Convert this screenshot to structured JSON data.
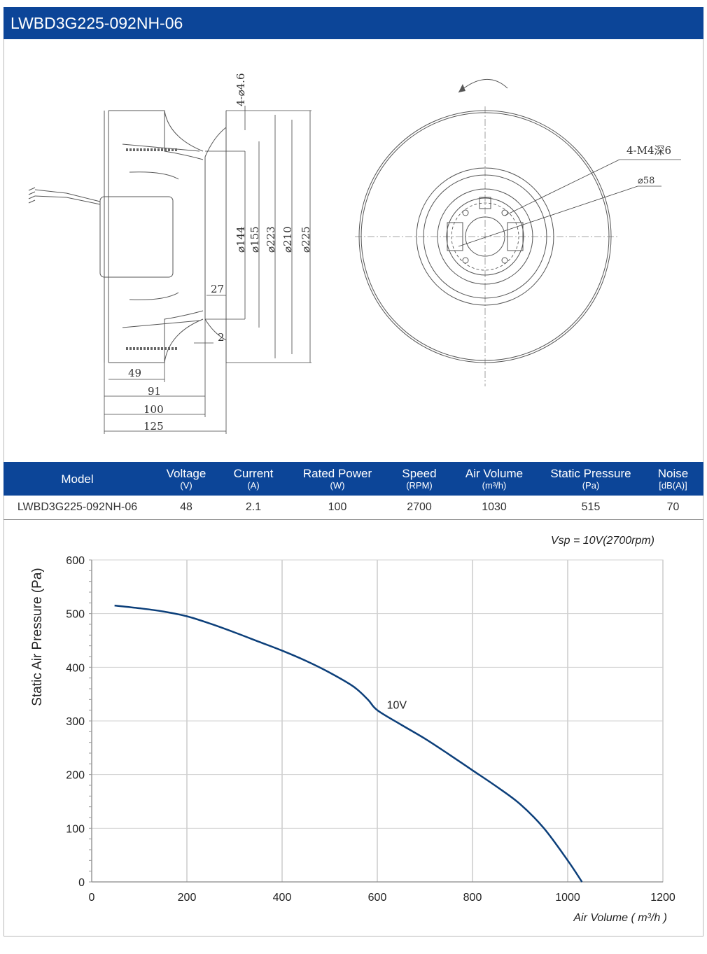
{
  "header": {
    "title": "LWBD3G225-092NH-06"
  },
  "drawing": {
    "side_view": {
      "hole_label": "4-⌀4.6",
      "diameters": [
        "⌀144",
        "⌀155",
        "⌀223",
        "⌀210",
        "⌀225"
      ],
      "dims": {
        "d27": "27",
        "d2": "2",
        "d49": "49",
        "d91": "91",
        "d100": "100",
        "d125": "125"
      }
    },
    "front_view": {
      "thread_label": "4-M4深6",
      "hub_label": "⌀58"
    }
  },
  "spec_table": {
    "columns": [
      {
        "name": "Model",
        "unit": ""
      },
      {
        "name": "Voltage",
        "unit": "(V)"
      },
      {
        "name": "Current",
        "unit": "(A)"
      },
      {
        "name": "Rated Power",
        "unit": "(W)"
      },
      {
        "name": "Speed",
        "unit": "(RPM)"
      },
      {
        "name": "Air Volume",
        "unit": "(m³/h)"
      },
      {
        "name": "Static Pressure",
        "unit": "(Pa)"
      },
      {
        "name": "Noise",
        "unit": "[dB(A)]"
      }
    ],
    "row": [
      "LWBD3G225-092NH-06",
      "48",
      "2.1",
      "100",
      "2700",
      "1030",
      "515",
      "70"
    ]
  },
  "chart_data": {
    "type": "line",
    "title": "Vsp = 10V(2700rpm)",
    "xlabel": "Air Volume ( m³/h )",
    "ylabel": "Static Air Pressure  (Pa)",
    "xlim": [
      0,
      1200
    ],
    "ylim": [
      0,
      600
    ],
    "xticks": [
      0,
      200,
      400,
      600,
      800,
      1000,
      1200
    ],
    "yticks": [
      0,
      100,
      200,
      300,
      400,
      500,
      600
    ],
    "grid": true,
    "series": [
      {
        "name": "10V",
        "color": "#0c3f7a",
        "x": [
          48,
          100,
          150,
          200,
          250,
          300,
          350,
          400,
          450,
          500,
          550,
          580,
          600,
          650,
          700,
          750,
          800,
          850,
          900,
          950,
          1000,
          1030
        ],
        "y": [
          515,
          510,
          504,
          495,
          481,
          465,
          448,
          431,
          412,
          390,
          364,
          340,
          320,
          293,
          267,
          238,
          208,
          178,
          145,
          100,
          40,
          0
        ]
      }
    ]
  }
}
